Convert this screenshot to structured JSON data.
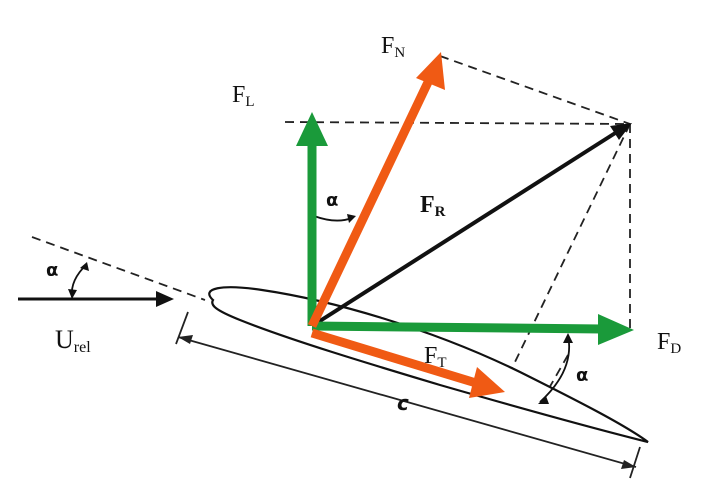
{
  "labels": {
    "lift_main": "F",
    "lift_sub": "L",
    "normal_main": "F",
    "normal_sub": "N",
    "resultant_main": "F",
    "resultant_sub": "R",
    "drag_main": "F",
    "drag_sub": "D",
    "tangential_main": "F",
    "tangential_sub": "T",
    "velocity_main": "U",
    "velocity_sub": "rel",
    "alpha_inflow": "α",
    "alpha_top": "α",
    "alpha_right": "α",
    "chord": "c"
  },
  "colors": {
    "lift_drag": "#1a9a3a",
    "normal_tangential": "#f05a14",
    "resultant": "#111111",
    "lines": "#222222"
  }
}
